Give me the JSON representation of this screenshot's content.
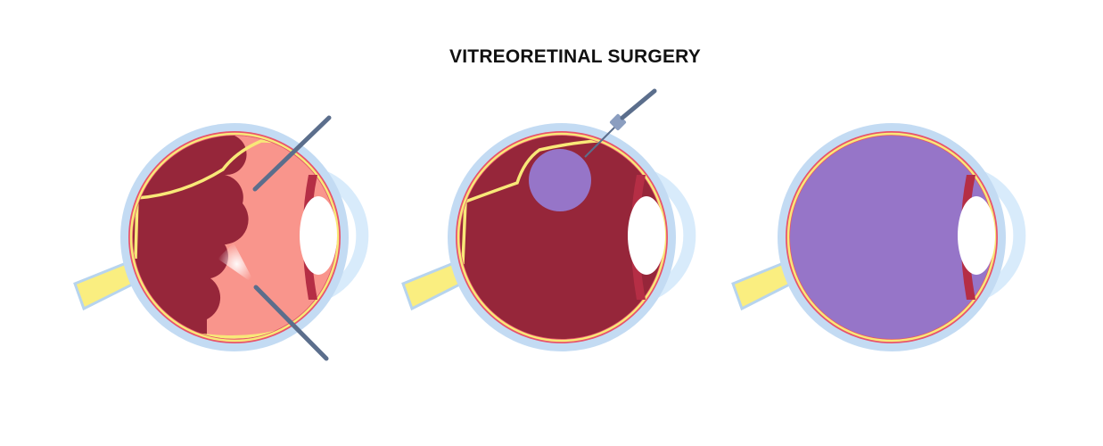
{
  "title": "VITREORETINAL SURGERY",
  "stages": [
    {
      "id": "stage-1",
      "state": "vitrectomy"
    },
    {
      "id": "stage-2",
      "state": "gas-injection"
    },
    {
      "id": "stage-3",
      "state": "gas-filled"
    }
  ],
  "colors": {
    "sclera": "#c3dbf3",
    "choroid": "#e8546c",
    "cavity": "#96263a",
    "retina": "#f8e878",
    "clearing": "#f9958c",
    "gas": "#9675c8",
    "lens": "#ffffff",
    "cornea": "#d8ebfb",
    "nerve": "#faee80",
    "instrument": "#5b6e8c"
  }
}
